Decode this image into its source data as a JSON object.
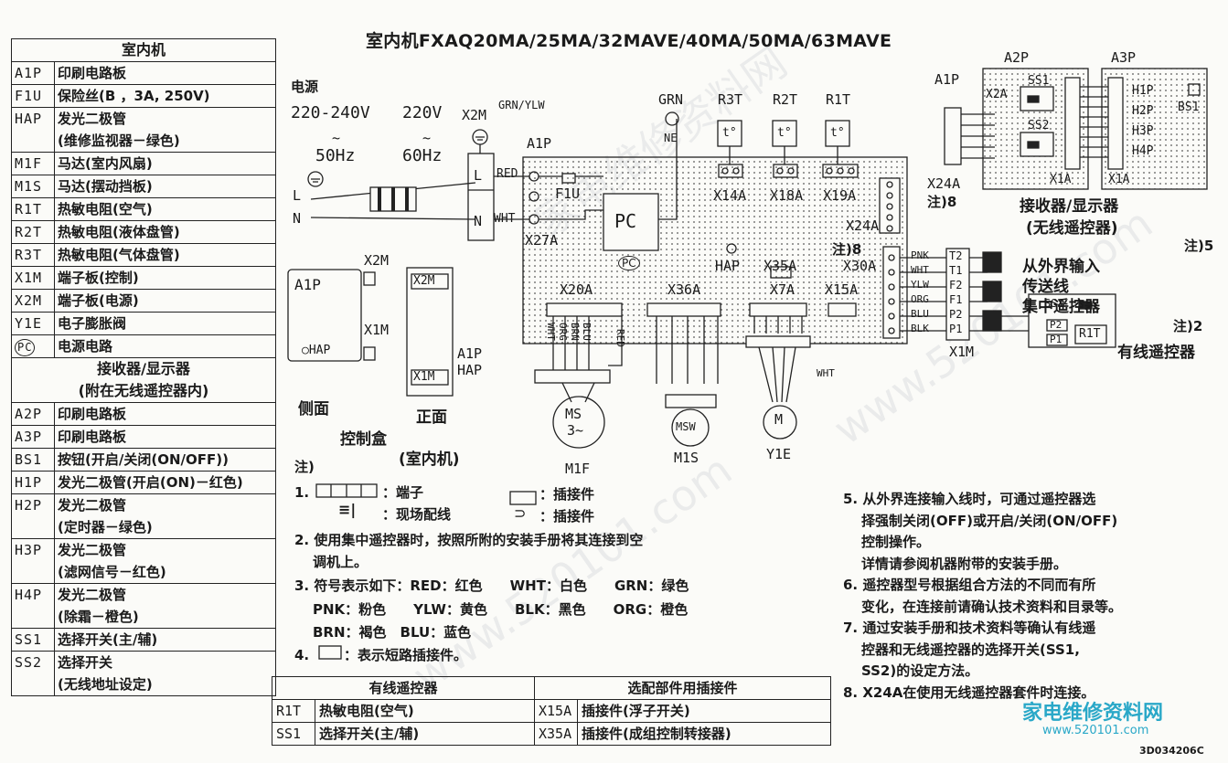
{
  "title": "室内机FXAQ20MA/25MA/32MAVE/40MA/50MA/63MAVE",
  "legend_main": {
    "header": "室内机",
    "rows": [
      {
        "code": "A1P",
        "desc": "印刷电路板"
      },
      {
        "code": "F1U",
        "desc": "保险丝(B ，3A, 250V)"
      },
      {
        "code": "HAP",
        "desc": "发光二极管",
        "desc2": "(维修监视器－绿色)"
      },
      {
        "code": "M1F",
        "desc": "马达(室内风扇)"
      },
      {
        "code": "M1S",
        "desc": "马达(摆动挡板)"
      },
      {
        "code": "R1T",
        "desc": "热敏电阻(空气)"
      },
      {
        "code": "R2T",
        "desc": "热敏电阻(液体盘管)"
      },
      {
        "code": "R3T",
        "desc": "热敏电阻(气体盘管)"
      },
      {
        "code": "X1M",
        "desc": "端子板(控制)"
      },
      {
        "code": "X2M",
        "desc": "端子板(电源)"
      },
      {
        "code": "Y1E",
        "desc": "电子膨胀阀"
      },
      {
        "code": "PC",
        "desc": "电源电路"
      }
    ]
  },
  "legend_receiver": {
    "header": "接收器/显示器",
    "header2": "(附在无线遥控器内)",
    "rows": [
      {
        "code": "A2P",
        "desc": "印刷电路板"
      },
      {
        "code": "A3P",
        "desc": "印刷电路板"
      },
      {
        "code": "BS1",
        "desc": "按钮(开启/关闭(ON/OFF))"
      },
      {
        "code": "H1P",
        "desc": "发光二极管(开启(ON)－红色)"
      },
      {
        "code": "H2P",
        "desc": "发光二极管",
        "desc2": "(定时器－绿色)"
      },
      {
        "code": "H3P",
        "desc": "发光二极管",
        "desc2": "(滤网信号－红色)"
      },
      {
        "code": "H4P",
        "desc": "发光二极管",
        "desc2": "(除霜－橙色)"
      },
      {
        "code": "SS1",
        "desc": "选择开关(主/辅)"
      },
      {
        "code": "SS2",
        "desc": "选择开关",
        "desc2": "(无线地址设定)"
      }
    ]
  },
  "wired_table": {
    "header": "有线遥控器",
    "rows": [
      {
        "code": "R1T",
        "desc": "热敏电阻(空气)"
      },
      {
        "code": "SS1",
        "desc": "选择开关(主/辅)"
      }
    ]
  },
  "option_table": {
    "header": "选配部件用插接件",
    "rows": [
      {
        "code": "X15A",
        "desc": "插接件(浮子开关)"
      },
      {
        "code": "X35A",
        "desc": "插接件(成组控制转接器)"
      }
    ]
  },
  "diagram": {
    "power_label": "电源",
    "v1": "220-240V",
    "v2": "220V",
    "hz1": "50Hz",
    "hz2": "60Hz",
    "tilde": "~",
    "x2m": "X2M",
    "grn_ylw": "GRN/YLW",
    "a1p": "A1P",
    "l_terminal": "L",
    "n_terminal": "N",
    "l_wire": "L",
    "n_wire": "N",
    "red": "RED",
    "wht": "WHT",
    "f1u": "F1U",
    "x27a": "X27A",
    "pc": "PC",
    "pc_circle": "PC",
    "grn": "GRN",
    "ne": "NE",
    "r3t": "R3T",
    "r2t": "R2T",
    "r1t": "R1T",
    "t_sym": "t°",
    "x14a": "X14A",
    "x18a": "X18A",
    "x19a": "X19A",
    "x24a": "X24A",
    "note8": "注)8",
    "hap": "HAP",
    "x35a": "X35A",
    "x30a": "X30A",
    "x20a": "X20A",
    "x36a": "X36A",
    "x7a": "X7A",
    "x15a": "X15A",
    "x1m": "X1M",
    "wire_colors_left": [
      "WHT",
      "ORG",
      "BRN",
      "BLU"
    ],
    "red_wire": "RED",
    "wht_wire": "WHT",
    "ms": "MS",
    "ms3": "3~",
    "msw": "MSW",
    "m": "M",
    "m1f": "M1F",
    "m1s": "M1S",
    "y1e": "Y1E",
    "side_wires": [
      "PNK",
      "WHT",
      "YLW",
      "ORG",
      "BLU",
      "BLK"
    ],
    "side_terms": [
      "T2",
      "T1",
      "F2",
      "F1",
      "P2",
      "P1"
    ],
    "ext_input": "从外界输入",
    "trans_line": "传送线",
    "central": "集中遥控器",
    "note2": "注)2",
    "wired_remote": "有线遥控器",
    "ss1": "SS1",
    "p2": "P2",
    "p1": "P1",
    "r1t_remote": "R1T",
    "a2p": "A2P",
    "a3p": "A3P",
    "a1p_top": "A1P",
    "x2a": "X2A",
    "ss1_top": "SS1",
    "ss2_top": "SS2",
    "x1a_a": "X1A",
    "x1a_b": "X1A",
    "leds": [
      "H1P",
      "H2P",
      "H3P",
      "H4P"
    ],
    "bs1": "BS1",
    "x24a_top": "X24A",
    "note8_top": "注)8",
    "receiver": "接收器/显示器",
    "wireless": "(无线遥控器)",
    "note5": "注)5",
    "box_a1p": "A1P",
    "box_hap": "○HAP",
    "box_x2m": "X2M",
    "box_x1m": "X1M",
    "box_x2m_f": "X2M",
    "box_x1m_f": "X1M",
    "box_a1p_f": "A1P",
    "box_hap_f": "HAP",
    "side_view": "侧面",
    "front_view": "正面",
    "control_box": "控制盒",
    "indoor_unit": "(室内机)"
  },
  "notes_left": {
    "header": "注)",
    "n1a": "：端子",
    "n1b": "：现场配线",
    "n1c": "：插接件",
    "n1d": "：插接件",
    "n1_num": "1.",
    "n2": "2. 使用集中遥控器时，按照所附的安装手册将其连接到空",
    "n2b": "调机上。",
    "n3": "3. 符号表示如下：RED：红色　　WHT：白色　　GRN：绿色",
    "n3b": "PNK：粉色　　YLW：黄色　　BLK：黑色　　ORG：橙色",
    "n3c": "BRN：褐色　BLU：蓝色",
    "n4": "4.",
    "n4b": "：表示短路插接件。"
  },
  "notes_right": [
    "5. 从外界连接输入线时，可通过遥控器选",
    "择强制关闭(OFF)或开启/关闭(ON/OFF)",
    "控制操作。",
    "详情请参阅机器附带的安装手册。",
    "6. 遥控器型号根据组合方法的不同而有所",
    "变化，在连接前请确认技术资料和目录等。",
    "7. 通过安装手册和技术资料等确认有线遥",
    "控器和无线遥控器的选择开关(SS1,",
    "SS2)的设定方法。",
    "8. X24A在使用无线遥控器套件时连接。"
  ],
  "doc_code": "3D034206C",
  "watermark_site": "家电维修资料网",
  "watermark_url": "www.520101.com"
}
